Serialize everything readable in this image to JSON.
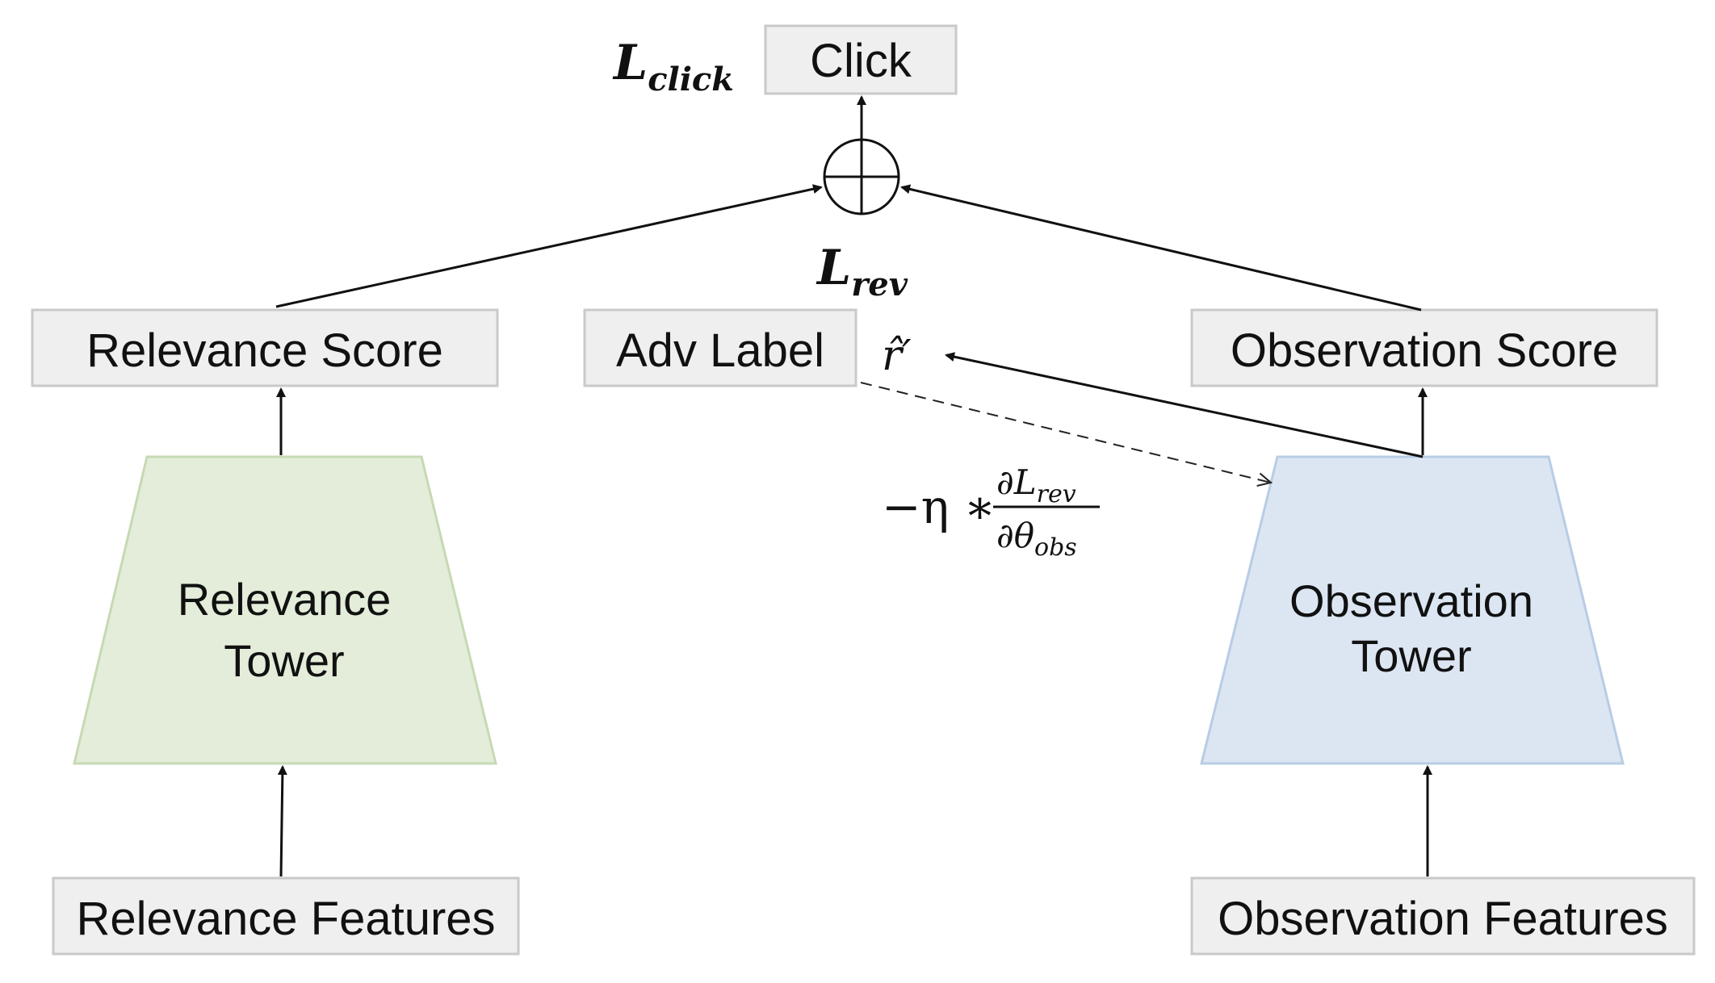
{
  "nodes": {
    "click": "Click",
    "relevance_score": "Relevance Score",
    "adv_label": "Adv Label",
    "observation_score": "Observation Score",
    "relevance_tower_line1": "Relevance",
    "relevance_tower_line2": "Tower",
    "observation_tower_line1": "Observation",
    "observation_tower_line2": "Tower",
    "relevance_features": "Relevance Features",
    "observation_features": "Observation Features"
  },
  "math": {
    "l_click_base": "L",
    "l_click_sub": "click",
    "l_rev_base": "L",
    "l_rev_sub": "rev",
    "r_hat_prime": "r̂′",
    "grad_prefix": "−η ∗",
    "grad_num_base": "∂L",
    "grad_num_sub": "rev",
    "grad_den_base": "∂θ",
    "grad_den_sub": "obs",
    "combine_symbol": "⊕"
  },
  "colors": {
    "relevance_tower_fill": "#e3edd9",
    "relevance_tower_stroke": "#c6d9b4",
    "observation_tower_fill": "#dce6f2",
    "observation_tower_stroke": "#b8cce4",
    "box_fill": "#efefef",
    "box_stroke": "#c9c9c9"
  }
}
